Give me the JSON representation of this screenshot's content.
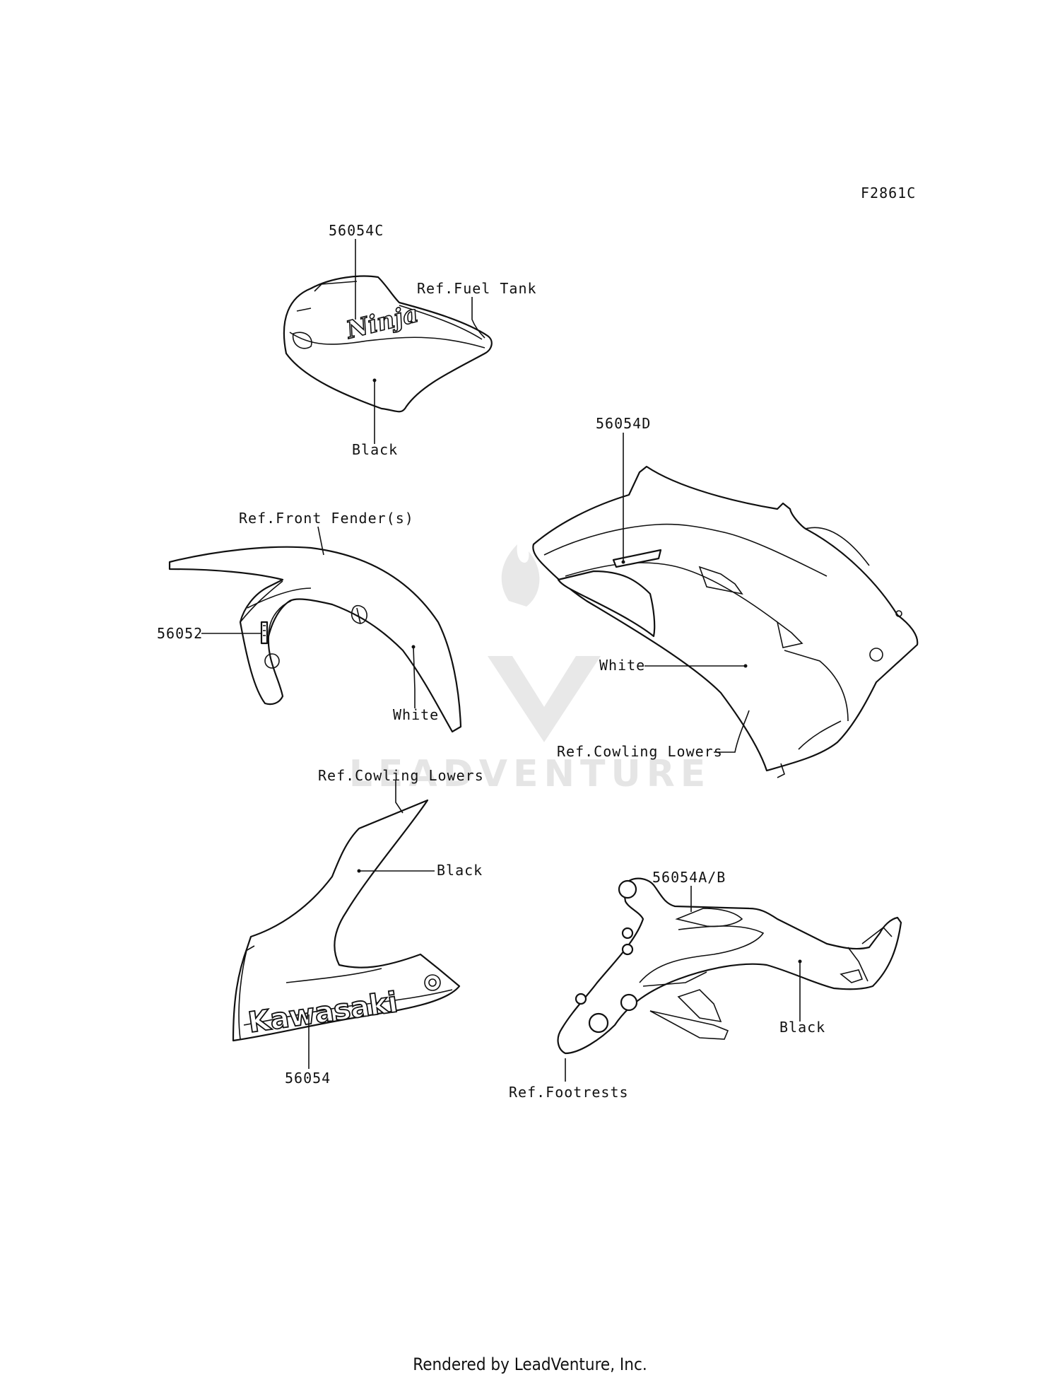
{
  "diagram_code": "F2861C",
  "labels": {
    "fuel_tank_part": "56054C",
    "fuel_tank_ref": "Ref.Fuel Tank",
    "fuel_tank_color": "Black",
    "cowling_part": "56054D",
    "cowling_color": "White",
    "cowling_ref": "Ref.Cowling Lowers",
    "fender_ref": "Ref.Front Fender(s)",
    "fender_part": "56052",
    "fender_color": "White",
    "lower_cowl_ref": "Ref.Cowling Lowers",
    "lower_cowl_color": "Black",
    "lower_cowl_part": "56054",
    "footrest_part": "56054A/B",
    "footrest_color": "Black",
    "footrest_ref": "Ref.Footrests"
  },
  "decals": {
    "ninja": "Ninja",
    "kawasaki": "Kawasaki"
  },
  "watermark": "LEADVENTURE",
  "footer": "Rendered by LeadVenture, Inc."
}
